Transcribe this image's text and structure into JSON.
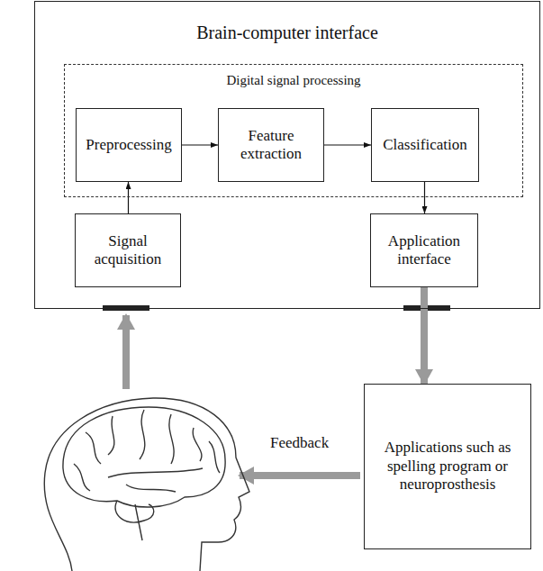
{
  "diagram": {
    "nodes": [
      {
        "text": [
          "Brain-computer interface"
        ]
      },
      {
        "text": [
          "Digital signal processing"
        ],
        "in": 0
      },
      {
        "text": [
          "Preprocessing"
        ],
        "in": 1
      },
      {
        "text": [
          "Feature extraction"
        ],
        "in": 1
      },
      {
        "text": [
          "Classification"
        ],
        "in": 1
      },
      {
        "text": [
          "Signal acquisition"
        ],
        "in": 0
      },
      {
        "text": [
          "Application interface"
        ],
        "in": 0
      },
      {
        "text": [
          "Applications such as spelling program or neuroprosthesis"
        ]
      }
    ],
    "edges": [
      {
        "from": 5,
        "to": 2,
        "arrow": "to"
      },
      {
        "from": 2,
        "to": 3,
        "arrow": "to"
      },
      {
        "from": 3,
        "to": 4,
        "arrow": "to"
      },
      {
        "from": 4,
        "to": 6,
        "arrow": "to"
      },
      {
        "from": 6,
        "to": 7,
        "arrow": "to"
      }
    ],
    "labels": [
      "Feedback"
    ]
  }
}
